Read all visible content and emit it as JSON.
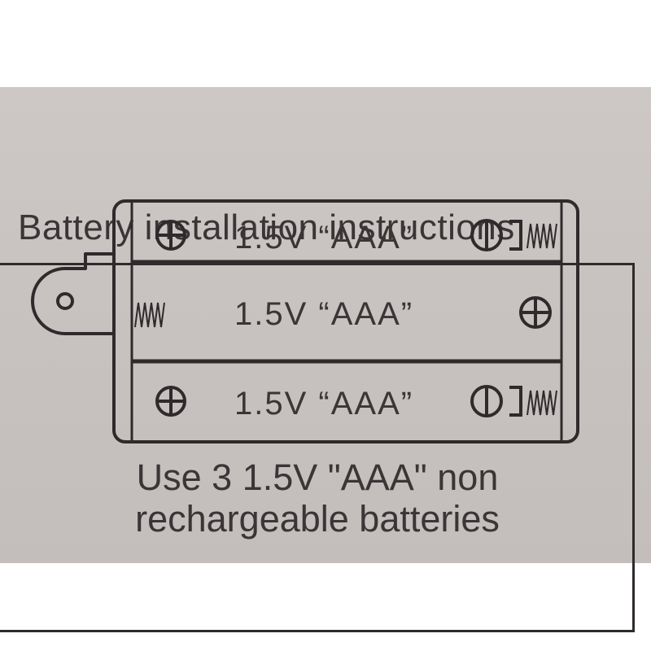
{
  "heading": "Battery installation instructions",
  "slots": [
    {
      "label": "1.5V “AAA”",
      "left": "plus-terminal",
      "right": "minus-terminal-with-spring"
    },
    {
      "label": "1.5V “AAA”",
      "left": "spring",
      "right": "plus-terminal"
    },
    {
      "label": "1.5V “AAA”",
      "left": "plus-terminal",
      "right": "minus-terminal-with-spring"
    }
  ],
  "caption": {
    "line1": "Use 3 1.5V \"AAA\" non",
    "line2": "rechargeable batteries"
  },
  "colors": {
    "ink": "#2f2a2b",
    "paper": "#c8c3c1"
  }
}
